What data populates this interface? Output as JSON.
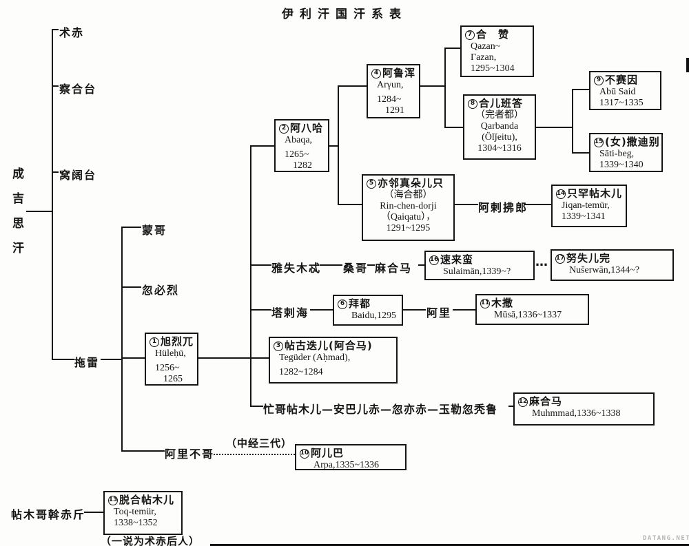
{
  "title": "伊利汗国汗系表",
  "watermark": "DATANG.NET",
  "root": {
    "name": "成吉思汗"
  },
  "labels": {
    "juchi": "术赤",
    "chagatai": "察合台",
    "ogedei": "窝阔台",
    "tolui": "拖雷",
    "mongke": "蒙哥",
    "kublai": "忽必烈",
    "ariq_boke": "阿里不哥",
    "yashimut": "雅失木忒",
    "sangge": "桑哥",
    "mahema": "麻合马",
    "talahai": "塔剌海",
    "ali": "阿里",
    "alafulang": "阿剌拂郎",
    "mengge_chain": "忙哥帖木儿—安巴儿赤—忽亦赤—玉勒忽秃鲁",
    "zhongjing": "（中经三代）",
    "temuge": "帖木哥斡赤斤",
    "note": "（一说为术赤后人）",
    "dots": "…"
  },
  "boxes": {
    "b1": {
      "num": "1",
      "cn": "旭烈兀",
      "sub": [
        "Hüleḥü,",
        "1256~",
        "1265"
      ]
    },
    "b2": {
      "num": "2",
      "cn": "阿八哈",
      "sub": [
        "Abaqa,",
        "1265~",
        "1282"
      ]
    },
    "b3": {
      "num": "3",
      "cn": "帖古迭儿(阿合马)",
      "sub": [
        "Tegüder (Aḥmad),",
        "1282~1284"
      ]
    },
    "b4": {
      "num": "4",
      "cn": "阿鲁浑",
      "sub": [
        "Arγun,",
        "1284~",
        "1291"
      ]
    },
    "b5": {
      "num": "5",
      "cn": "亦邻真朵儿只",
      "sub": [
        "（海合都）",
        "Rin-chen-dorji",
        "（Qaiqatu），",
        "1291~1295"
      ]
    },
    "b6": {
      "num": "6",
      "cn": "拜都",
      "sub": [
        "Baidu,1295"
      ]
    },
    "b7": {
      "num": "7",
      "cn": "合　赞",
      "sub": [
        "Qazan~",
        "Γazan,",
        "1295~1304"
      ]
    },
    "b8": {
      "num": "8",
      "cn": "合儿班答",
      "sub": [
        "（完者都）",
        "Qarbanda",
        "(Ölǰeitu),",
        "1304~1316"
      ]
    },
    "b9": {
      "num": "9",
      "cn": "不赛因",
      "sub": [
        "Abū Said",
        "1317~1335"
      ]
    },
    "b10": {
      "num": "10",
      "cn": "阿儿巴",
      "sub": [
        "Arpa,1335~1336"
      ]
    },
    "b11": {
      "num": "11",
      "cn": "木撒",
      "sub": [
        "Mūsā,1336~1337"
      ]
    },
    "b12": {
      "num": "12",
      "cn": "麻合马",
      "sub": [
        "Muhmmad,1336~1338"
      ]
    },
    "b13": {
      "num": "13",
      "cn": "脱合帖木儿",
      "sub": [
        "Toq-temür,",
        "1338~1352"
      ]
    },
    "b14": {
      "num": "14",
      "cn": "只罕帖木儿",
      "sub": [
        "Jiqan-temür,",
        "1339~1341"
      ]
    },
    "b15": {
      "num": "15",
      "cn": "(女)撒迪别",
      "sub": [
        "Sāti-beg,",
        "1339~1340"
      ]
    },
    "b16": {
      "num": "16",
      "cn": "速来蛮",
      "sub": [
        "Sulaimān,1339~?"
      ]
    },
    "b17": {
      "num": "17",
      "cn": "努失儿完",
      "sub": [
        "Nušerwān,1344~?"
      ]
    }
  }
}
